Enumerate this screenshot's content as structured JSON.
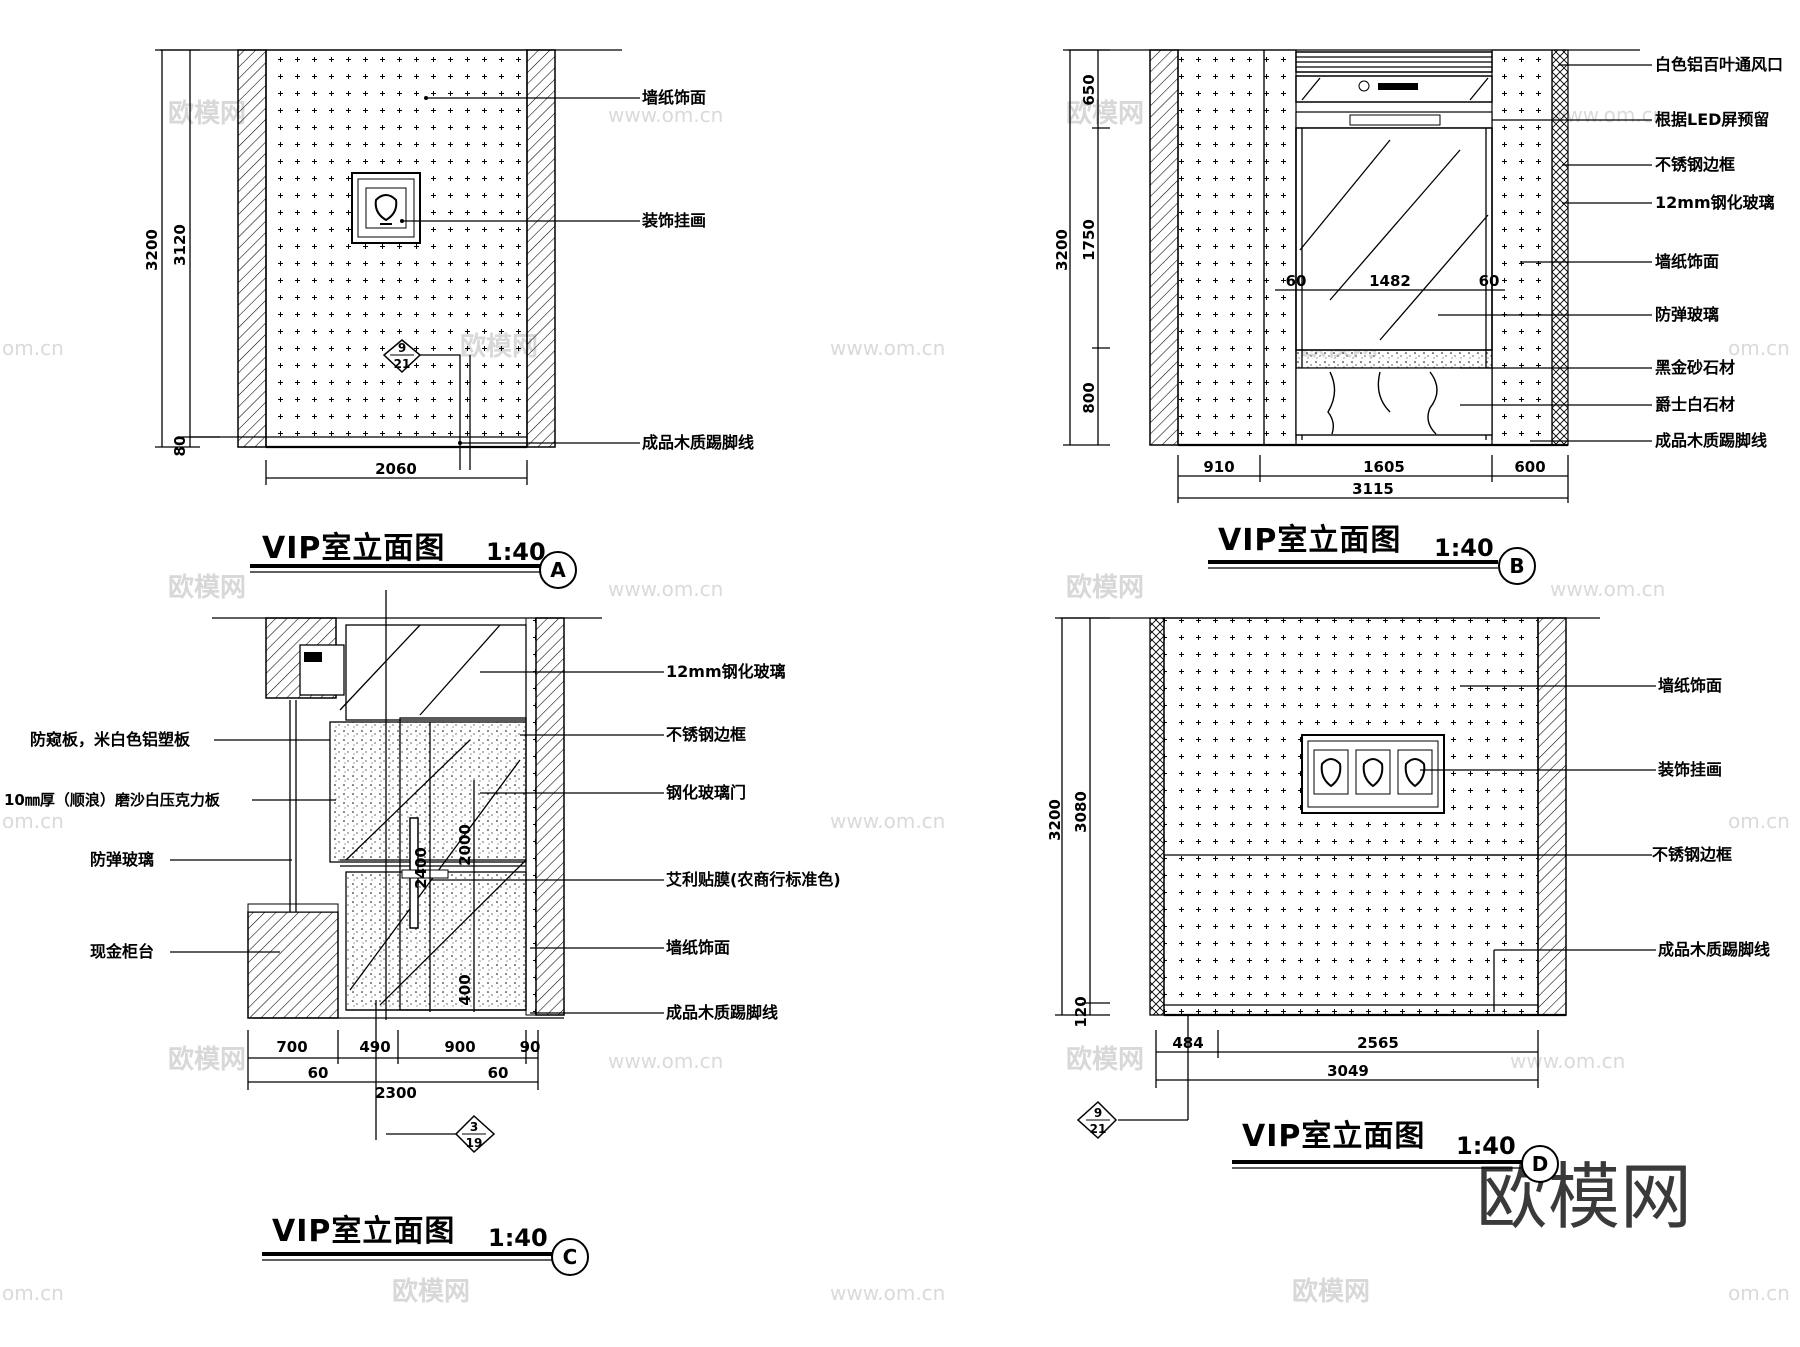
{
  "elevations": {
    "a": {
      "title": "VIP室立面图",
      "scale": "1:40",
      "bubble": "A",
      "labels": [
        "墙纸饰面",
        "装饰挂画",
        "成品木质踢脚线"
      ],
      "dims": {
        "h_total": "3200",
        "h_wall": "3120",
        "h_base": "80",
        "width": "2060"
      },
      "section": {
        "top": "9",
        "bottom": "21"
      }
    },
    "b": {
      "title": "VIP室立面图",
      "scale": "1:40",
      "bubble": "B",
      "labels": [
        "白色铝百叶通风口",
        "根据LED屏预留",
        "不锈钢边框",
        "12mm钢化玻璃",
        "墙纸饰面",
        "防弹玻璃",
        "黑金砂石材",
        "爵士白石材",
        "成品木质踢脚线"
      ],
      "dims": {
        "h_total": "3200",
        "h_top": "650",
        "h_mid": "1750",
        "h_bot": "800",
        "w_left": "910",
        "w_mid": "1605",
        "w_right": "600",
        "w_total": "3115",
        "inner_a": "60",
        "inner_b": "1482",
        "inner_c": "60"
      }
    },
    "c": {
      "title": "VIP室立面图",
      "scale": "1:40",
      "bubble": "C",
      "labels_right": [
        "12mm钢化玻璃",
        "不锈钢边框",
        "钢化玻璃门",
        "艾利贴膜(农商行标准色)",
        "墙纸饰面",
        "成品木质踢脚线"
      ],
      "labels_left": [
        "防窥板，米白色铝塑板",
        "10㎜厚（顺浪）磨沙白压克力板",
        "防弹玻璃",
        "现金柜台"
      ],
      "dims": {
        "d700": "700",
        "d490": "490",
        "d900": "900",
        "d90": "90",
        "d60a": "60",
        "d60b": "60",
        "total": "2300",
        "v2400": "2400",
        "v2000": "2000",
        "v400": "400"
      },
      "section": {
        "top": "3",
        "bottom": "19"
      }
    },
    "d": {
      "title": "VIP室立面图",
      "scale": "1:40",
      "bubble": "D",
      "labels": [
        "墙纸饰面",
        "装饰挂画",
        "不锈钢边框",
        "成品木质踢脚线"
      ],
      "dims": {
        "h_total": "3200",
        "h_wall": "3080",
        "h_base": "120",
        "w_left": "484",
        "w_right": "2565",
        "w_total": "3049"
      },
      "section": {
        "top": "9",
        "bottom": "21"
      }
    }
  },
  "watermarks": {
    "logo": "欧模网",
    "url": "www.om.cn",
    "short": "om.cn",
    "brand": "欧模网"
  }
}
